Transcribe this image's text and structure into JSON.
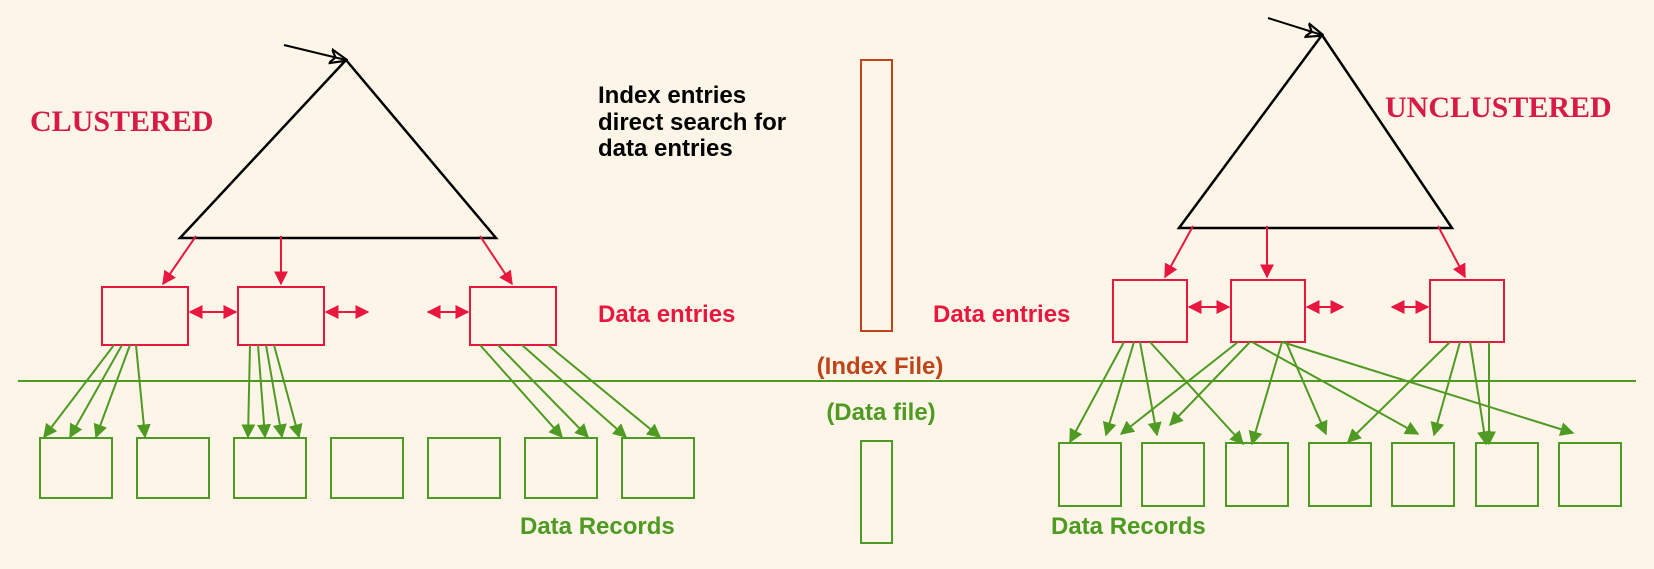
{
  "labels": {
    "clustered": "CLUSTERED",
    "unclustered": "UNCLUSTERED",
    "index_line1": "Index entries",
    "index_line2": "direct search for",
    "index_line3": "data entries",
    "data_entries_left": "Data entries",
    "data_entries_right": "Data entries",
    "index_file": "(Index File)",
    "data_file": "(Data file)",
    "data_records_left": "Data Records",
    "data_records_right": "Data Records"
  },
  "colors": {
    "background": "#fdf5e8",
    "title": "#d81b46",
    "data_entry": "#e8173f",
    "data_record": "#4e9a22",
    "index_file": "#c0441a",
    "tree": "#000000"
  }
}
